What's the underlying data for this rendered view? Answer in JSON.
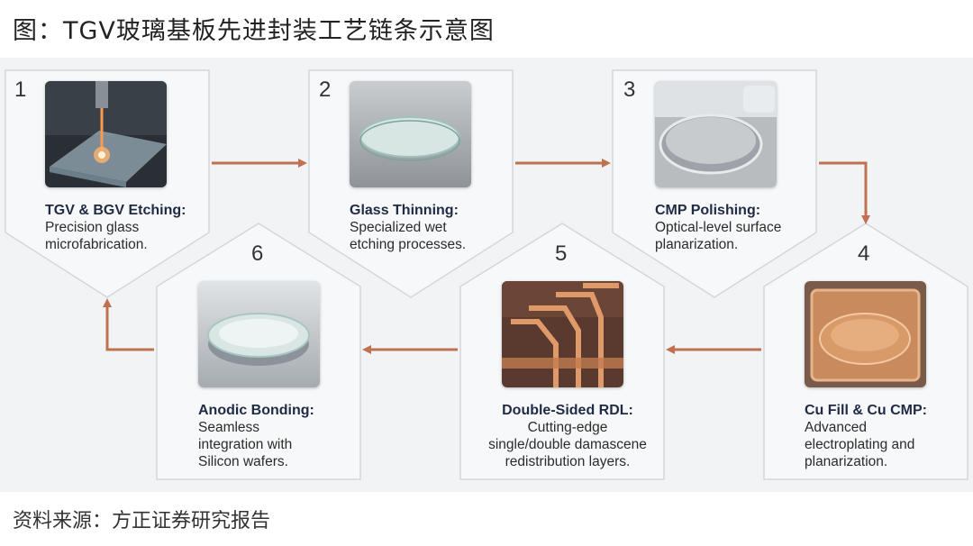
{
  "title": "图：TGV玻璃基板先进封装工艺链条示意图",
  "source": "资料来源：方正证券研究报告",
  "accent_color": "#c0714f",
  "steps": [
    {
      "num": "1",
      "name": "TGV & BGV Etching:",
      "desc": "Precision glass\nmicrofabrication.",
      "image": "laser-etching-glass"
    },
    {
      "num": "2",
      "name": "Glass Thinning:",
      "desc": "Specialized wet\netching processes.",
      "image": "thin-glass-disc"
    },
    {
      "num": "3",
      "name": "CMP Polishing:",
      "desc": "Optical-level surface\nplanarization.",
      "image": "cmp-polishing-wafer"
    },
    {
      "num": "4",
      "name": "Cu Fill & Cu CMP:",
      "desc": "Advanced\nelectroplating and\nplanarization.",
      "image": "copper-filled-wafer"
    },
    {
      "num": "5",
      "name": "Double-Sided RDL:",
      "desc": "Cutting-edge\nsingle/double damascene\nredistribution layers.",
      "image": "rdl-copper-traces"
    },
    {
      "num": "6",
      "name": "Anodic Bonding:",
      "desc": "Seamless\nintegration with\nSilicon wafers.",
      "image": "bonded-glass-wafer"
    }
  ]
}
